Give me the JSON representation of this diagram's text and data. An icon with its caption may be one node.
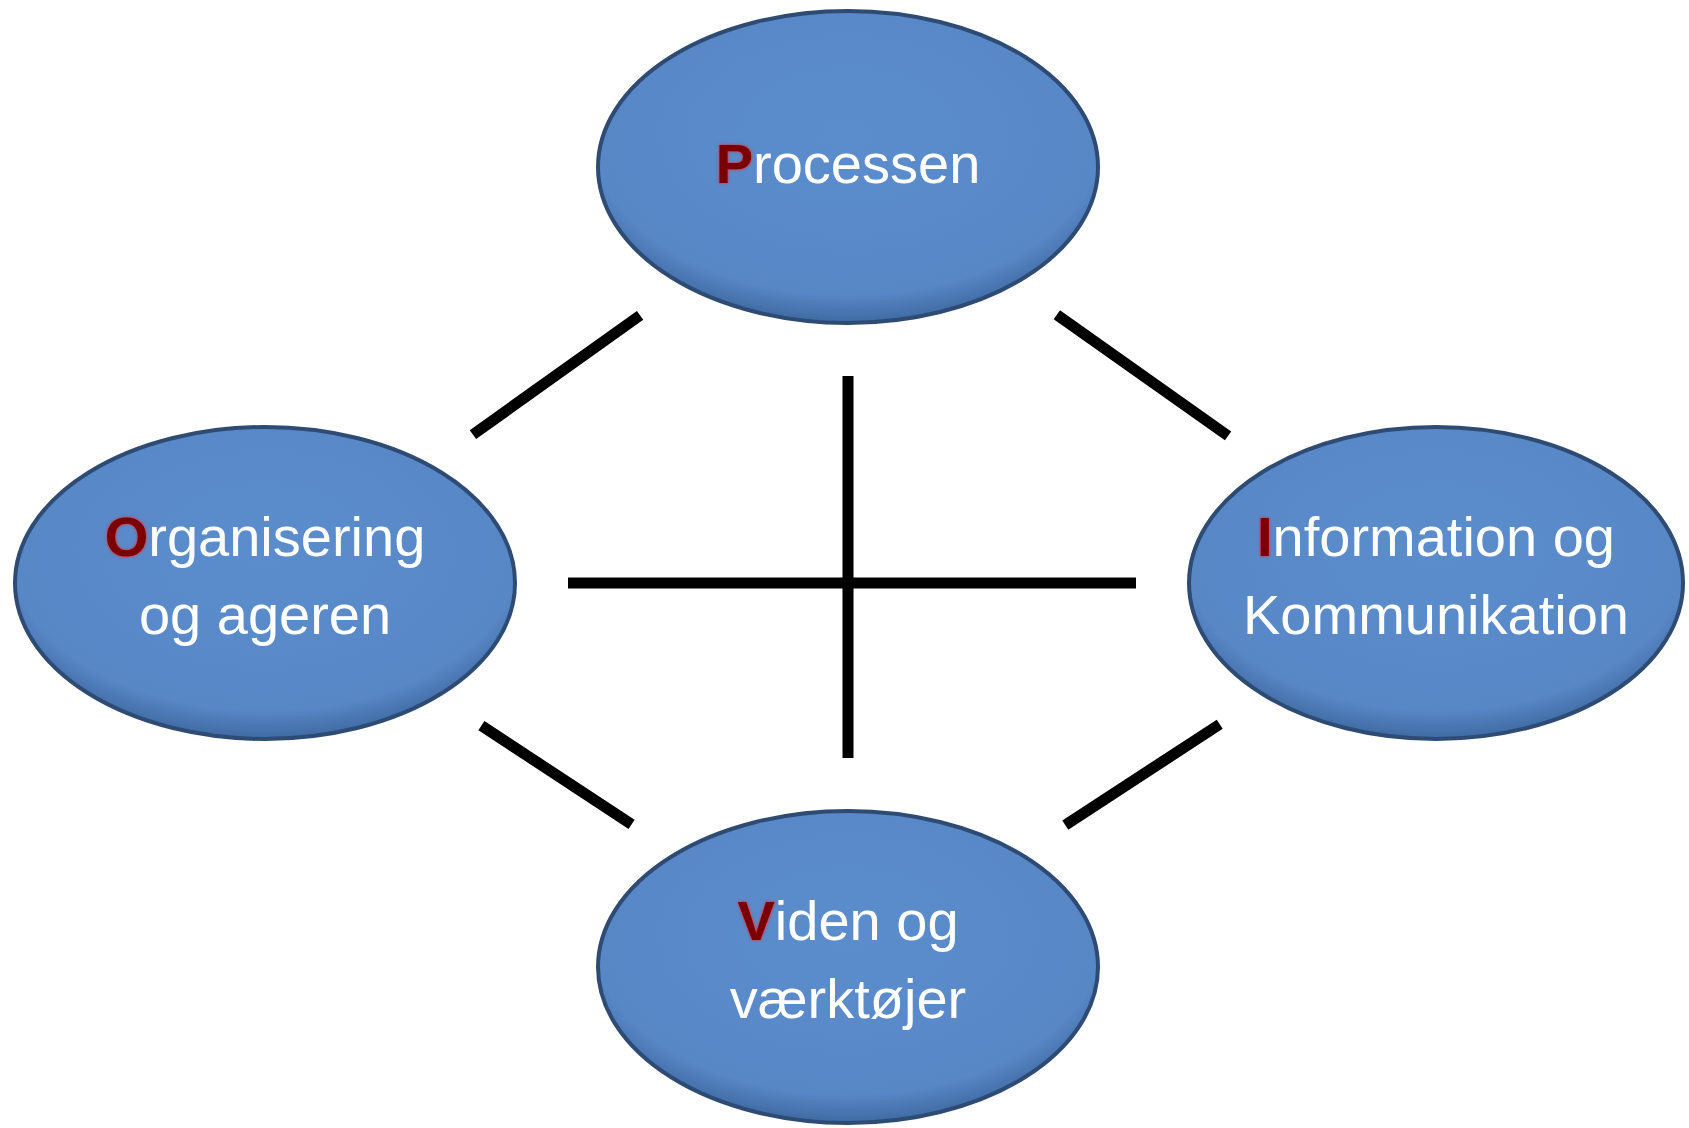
{
  "diagram": {
    "nodes": [
      {
        "text": [
          "**P**rocessen"
        ]
      },
      {
        "text": [
          "**O**rganisering og ageren"
        ]
      },
      {
        "text": [
          "**I**nformation og Kommunikation"
        ]
      },
      {
        "text": [
          "**V**iden og værktøjer"
        ]
      }
    ],
    "edges": [
      {
        "from": 0,
        "to": 1,
        "arrow": "none"
      },
      {
        "from": 0,
        "to": 2,
        "arrow": "none"
      },
      {
        "from": 1,
        "to": 3,
        "arrow": "none"
      },
      {
        "from": 2,
        "to": 3,
        "arrow": "none"
      },
      {
        "from": 1,
        "to": 2,
        "arrow": "none"
      },
      {
        "from": 0,
        "to": 3,
        "arrow": "none"
      }
    ]
  }
}
